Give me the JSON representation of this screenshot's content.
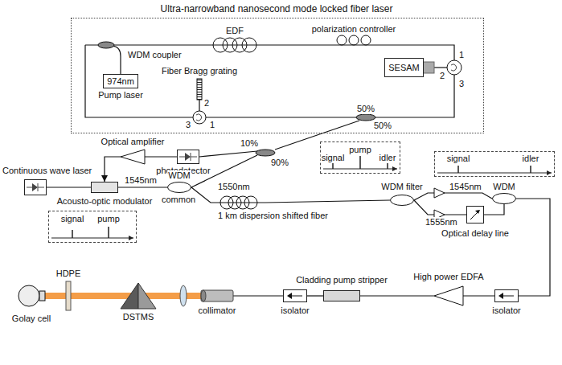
{
  "diagram": {
    "nodes": [
      {
        "text": [
          "Ultra-narrowband nanosecond mode locked fiber laser"
        ]
      },
      {
        "text": [
          "974nm",
          "Pump laser"
        ],
        "in": 0
      },
      {
        "text": [
          "SESAM"
        ],
        "in": 0
      },
      {
        "text": [
          "Optical amplifier"
        ]
      },
      {
        "text": [
          "photodetector"
        ]
      },
      {
        "text": [
          "signal",
          "pump",
          "idler"
        ]
      },
      {
        "text": [
          "Continuous wave laser"
        ]
      },
      {
        "text": [
          "Acousto-optic modulator"
        ]
      },
      {
        "text": [
          "WDM"
        ]
      },
      {
        "text": [
          "signal",
          "pump"
        ]
      },
      {
        "text": [
          "WDM filter"
        ]
      },
      {
        "text": [
          "Optical delay line"
        ]
      },
      {
        "text": [
          "WDM"
        ]
      },
      {
        "text": [
          "signal",
          "idler"
        ]
      },
      {
        "text": [
          "isolator"
        ]
      },
      {
        "text": [
          "High power EDFA"
        ]
      },
      {
        "text": [
          "Cladding pump stripper"
        ]
      },
      {
        "text": [
          "isolator"
        ]
      },
      {
        "text": [
          "collimator"
        ]
      },
      {
        "text": [
          "DSTMS"
        ]
      },
      {
        "text": [
          "HDPE"
        ]
      },
      {
        "text": [
          "Golay cell"
        ]
      }
    ],
    "edges": [
      {
        "from": 4,
        "to": 3,
        "arrow": "none"
      },
      {
        "from": 3,
        "to": 7,
        "arrow": "to"
      },
      {
        "from": 6,
        "to": 7,
        "arrow": "none"
      },
      {
        "from": 7,
        "to": 8,
        "arrow": "none"
      },
      {
        "from": 8,
        "to": 10,
        "arrow": "none"
      },
      {
        "from": 10,
        "to": 12,
        "arrow": "none"
      },
      {
        "from": 10,
        "to": 11,
        "arrow": "none"
      },
      {
        "from": 11,
        "to": 12,
        "arrow": "none"
      },
      {
        "from": 12,
        "to": 14,
        "arrow": "none"
      },
      {
        "from": 14,
        "to": 15,
        "arrow": "none"
      },
      {
        "from": 15,
        "to": 16,
        "arrow": "none"
      },
      {
        "from": 16,
        "to": 17,
        "arrow": "none"
      },
      {
        "from": 17,
        "to": 18,
        "arrow": "none"
      }
    ],
    "labels": [
      "WDM coupler",
      "EDF",
      "polarization controller",
      "1",
      "2",
      "3",
      "Fiber Bragg grating",
      "2",
      "3",
      "1",
      "50%",
      "50%",
      "10%",
      "90%",
      "1550nm",
      "1545nm",
      "common",
      "1 km dispersion shifted fiber",
      "1545nm",
      "1555nm"
    ]
  }
}
